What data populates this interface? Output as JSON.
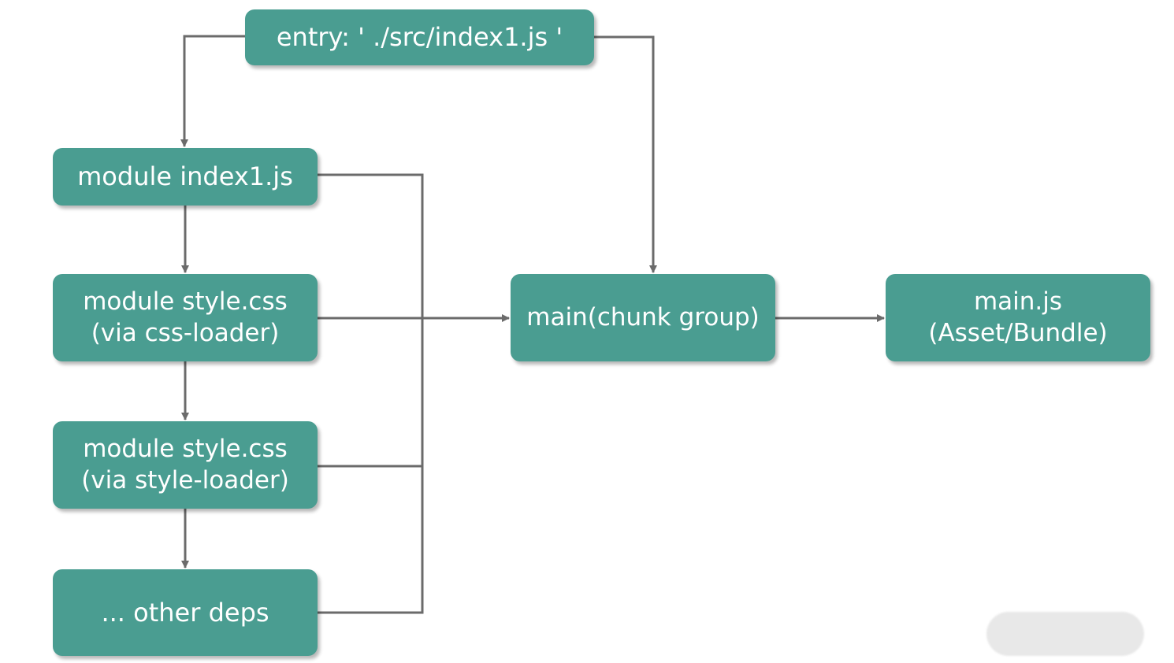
{
  "nodes": {
    "entry": {
      "line1": "entry: ' ./src/index1.js '"
    },
    "index1": {
      "line1": "module index1.js"
    },
    "style_css": {
      "line1": "module style.css",
      "line2": "(via css-loader)"
    },
    "style_style": {
      "line1": "module style.css",
      "line2": "(via style-loader)"
    },
    "other": {
      "line1": "... other deps"
    },
    "chunk": {
      "line1": "main(chunk group)"
    },
    "bundle": {
      "line1": "main.js",
      "line2": "(Asset/Bundle)"
    }
  },
  "colors": {
    "node_fill": "#4a9d91",
    "node_text": "#ffffff",
    "connector": "#6b6b6b"
  }
}
